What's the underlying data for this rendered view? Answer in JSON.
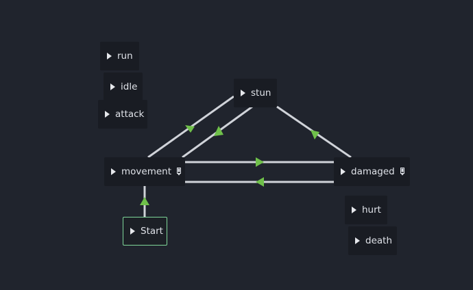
{
  "states": {
    "run": "run",
    "idle": "idle",
    "attack": "attack",
    "stun": "stun",
    "movement": "movement",
    "damaged": "damaged",
    "hurt": "hurt",
    "death": "death",
    "start": "Start"
  },
  "icons": {
    "play": "play-icon",
    "edit": "edit-icon",
    "arrow": "transition-arrow-icon"
  },
  "colors": {
    "background": "#20242d",
    "node": "#191c23",
    "link": "#d0d3d9",
    "arrow": "#6fc04a",
    "start_border": "#7fd89a"
  }
}
